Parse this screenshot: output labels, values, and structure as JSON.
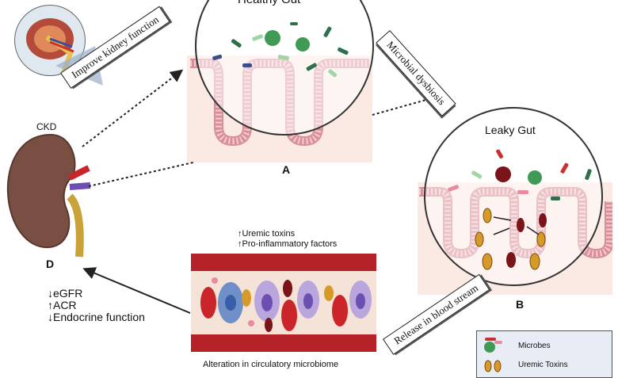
{
  "labels": {
    "healthy_gut": "Healthy Gut",
    "leaky_gut": "Leaky Gut",
    "ckd": "CKD",
    "panel_a": "A",
    "panel_b": "B",
    "panel_d": "D",
    "improve_kidney": "Improve kidney function",
    "microbial_dysbiosis": "Microbial dysbiosis",
    "release_blood": "Release in blood stream",
    "uremic_toxins_up": "↑Uremic toxins",
    "pro_inflammatory_up": "↑Pro-inflammatory factors",
    "egfr_down": "↓eGFR",
    "acr_up": "↑ACR",
    "endocrine_down": "↓Endocrine function",
    "circulatory": "Alteration in circulatory microbiome"
  },
  "legend": {
    "microbes": "Microbes",
    "uremic_toxins": "Uremic Toxins"
  },
  "colors": {
    "gut_wall": "#f3cdd1",
    "gut_outline": "#d98f99",
    "vessel": "#b52228",
    "plasma": "#f6e3d8",
    "kidney": "#7a4f43",
    "microbe_green": "#3f9a55",
    "toxin": "#d69a28"
  }
}
